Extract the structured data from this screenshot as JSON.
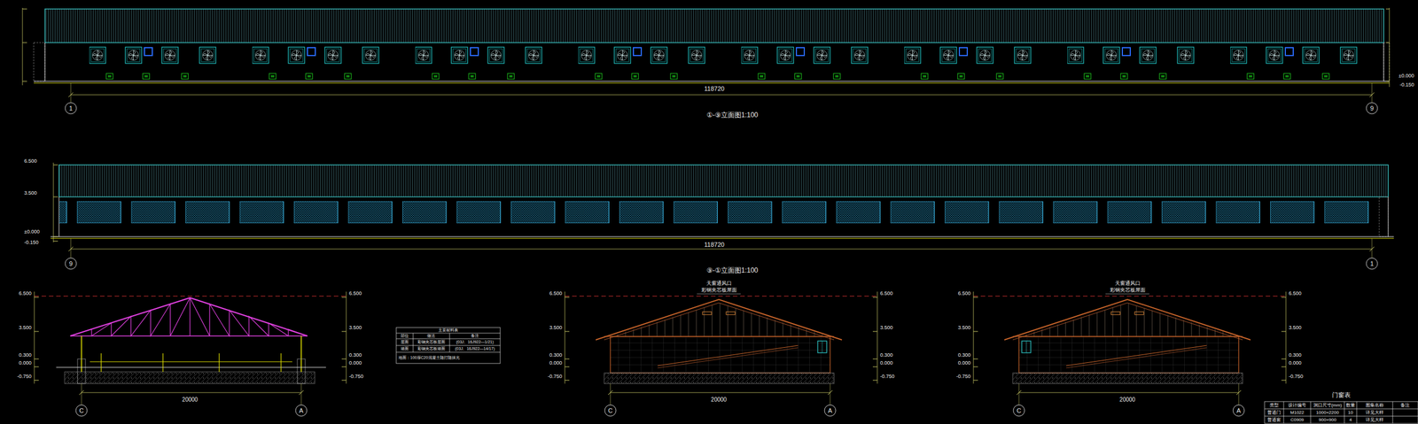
{
  "diagram": {
    "labels": [
      "118720",
      "1",
      "9",
      "①-⑨立面图1:100",
      "±0.000",
      "-0.150",
      "6.500",
      "3.500",
      "±0.000",
      "-0.150",
      "118720",
      "9",
      "1",
      "⑨-①立面图1:100",
      "6.500",
      "3.500",
      "0.300",
      "0.000",
      "-0.750",
      "6.500",
      "3.500",
      "0.300",
      "0.000",
      "-0.750",
      "20000",
      "C",
      "A",
      "天窗通风口",
      "彩钢夹芯板屋面",
      "6.500",
      "3.500",
      "0.300",
      "0.000",
      "-0.750",
      "6.500",
      "3.500",
      "0.300",
      "0.000",
      "-0.750",
      "20000",
      "C",
      "A",
      "天窗通风口",
      "彩钢夹芯板屋面",
      "6.500",
      "3.500",
      "0.300",
      "0.000",
      "-0.750",
      "6.500",
      "3.500",
      "0.300",
      "0.000",
      "-0.750",
      "20000",
      "C",
      "A",
      "主要材料表",
      "部位",
      "做法",
      "备注",
      "屋面",
      "彩钢夹芯板屋面",
      "(03J、16J922—1/21)",
      "墙面",
      "彩钢夹芯板墙面",
      "(03J、16J922—14/17)",
      "地面：100厚C20混凝土随打随抹光",
      "门窗表",
      "类型",
      "设计编号",
      "洞口尺寸(mm)",
      "数量",
      "图集名称",
      "备注",
      "普通门",
      "M1022",
      "1000×2200",
      "10",
      "详见大样",
      "普通窗",
      "C0909",
      "900×900",
      "4",
      "详见大样"
    ]
  }
}
